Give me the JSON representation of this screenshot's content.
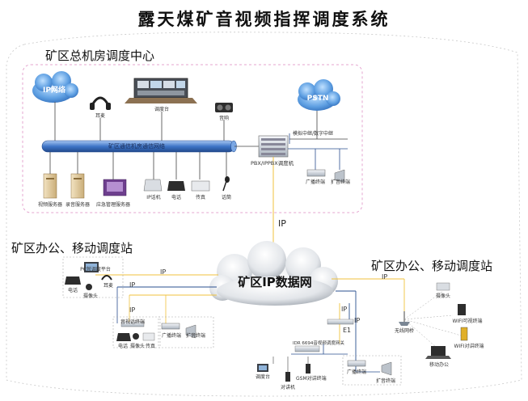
{
  "title": "露天煤矿音视频指挥调度系统",
  "regions": {
    "center": "矿区总机房调度中心",
    "office_left": "矿区办公、移动调度站",
    "office_right": "矿区办公、移动调度站"
  },
  "center": {
    "ip_network": "IP网络",
    "headset": "耳麦",
    "console": "调度台",
    "pstn": "PSTN",
    "speaker": "音响",
    "relay": "模拟中继/数字中继",
    "bus": "矿区通信机房通信网络",
    "pbx": "PBX/IPPBX调度机",
    "broadcast_terminal": "广播终端",
    "broadcast_speaker": "扩音终端",
    "video_server": "视频服务器",
    "record_server": "录音服务器",
    "emergency_server": "应急管理服务器",
    "ip_phone": "IP话机",
    "phone": "电话",
    "fax": "传真",
    "mic": "话筒"
  },
  "links": {
    "ip_main": "IP",
    "ip_a": "IP",
    "ip_b": "IP",
    "ip_c": "IP",
    "ip_d": "IP",
    "ip_e": "IP",
    "ip_f": "IP",
    "e1": "E1"
  },
  "cloud_main": "矿区IP数据网",
  "left_station": {
    "console": "PC就调度平台",
    "phone": "电话",
    "headset": "耳麦",
    "camera": "摄像头",
    "mic_speaker": "音视话终端",
    "phone2": "电话",
    "camera2": "摄像头",
    "fax": "传真",
    "broadcast_terminal": "广播终端",
    "broadcast_speaker": "扩音终端"
  },
  "right_station": {
    "camera": "摄像头",
    "wifi_terminal": "WIFI可视终端",
    "wireless_bridge": "无线网桥",
    "wifi_phone": "WIFI对讲终端",
    "mobile_office": "移动办公"
  },
  "bottom_station": {
    "gateway": "IDR 6694音视频调度网关",
    "console": "调度台",
    "radio1": "对讲机",
    "radio2": "GSM对讲终端",
    "broadcast_terminal": "广播终端",
    "broadcast_speaker": "扩音终端"
  },
  "colors": {
    "bus": "#3f76c8",
    "link_yellow": "#f0c23c",
    "link_blue": "#2a4f8f",
    "cloud_blue": "#5e9fe2",
    "frame_pink": "#e4a4cf"
  }
}
